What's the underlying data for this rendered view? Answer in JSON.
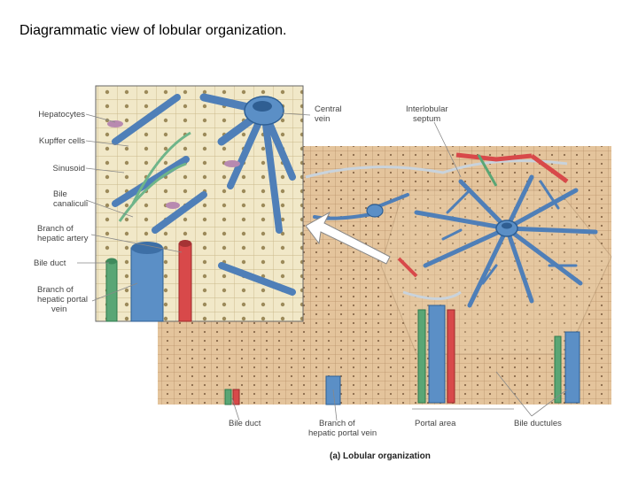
{
  "slide": {
    "title": "Diagrammatic view of lobular organization."
  },
  "figure": {
    "inset_labels": {
      "hepatocytes": "Hepatocytes",
      "kupffer": "Kupffer cells",
      "sinusoid": "Sinusoid",
      "bile_canaliculi_1": "Bile",
      "bile_canaliculi_2": "canaliculi",
      "hepatic_artery_1": "Branch of",
      "hepatic_artery_2": "hepatic artery",
      "bile_duct": "Bile duct",
      "portal_vein_1": "Branch of",
      "portal_vein_2": "hepatic portal",
      "portal_vein_3": "vein"
    },
    "top_labels": {
      "central_vein_1": "Central",
      "central_vein_2": "vein",
      "interlobular_1": "Interlobular",
      "interlobular_2": "septum"
    },
    "bottom_labels": {
      "bile_duct": "Bile duct",
      "branch_portal_1": "Branch of",
      "branch_portal_2": "hepatic portal vein",
      "portal_area": "Portal area",
      "bile_ductules": "Bile ductules"
    },
    "caption": "(a) Lobular organization",
    "colors": {
      "vein": "#5b8fc6",
      "artery": "#d8494a",
      "bile": "#5aa675",
      "tissue": "#dcb98f",
      "cell": "#efe6c4"
    }
  }
}
